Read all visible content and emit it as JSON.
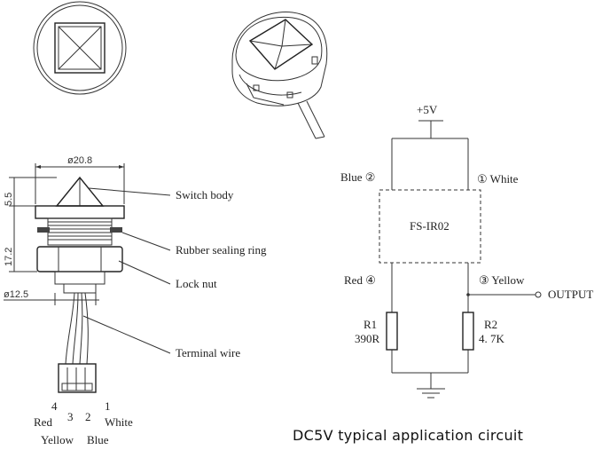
{
  "dimensions": {
    "diameter_top": "ø20.8",
    "height_cap": "5.5",
    "height_body": "17.2",
    "diameter_bottom": "ø12.5"
  },
  "parts": {
    "switch_body": "Switch body",
    "sealing_ring": "Rubber sealing ring",
    "lock_nut": "Lock nut",
    "terminal_wire": "Terminal wire"
  },
  "connector_pins": {
    "pin4": "4",
    "pin3": "3",
    "pin2": "2",
    "pin1": "1",
    "red": "Red",
    "yellow": "Yellow",
    "blue": "Blue",
    "white": "White"
  },
  "circuit": {
    "supply": "+5V",
    "module": "FS-IR02",
    "blue_pin": "Blue ②",
    "white_pin": "① White",
    "red_pin": "Red ④",
    "yellow_pin": "③ Yellow",
    "output": "OUTPUT",
    "r1_name": "R1",
    "r1_value": "390R",
    "r2_name": "R2",
    "r2_value": "4. 7K"
  },
  "caption": "DC5V typical application circuit"
}
